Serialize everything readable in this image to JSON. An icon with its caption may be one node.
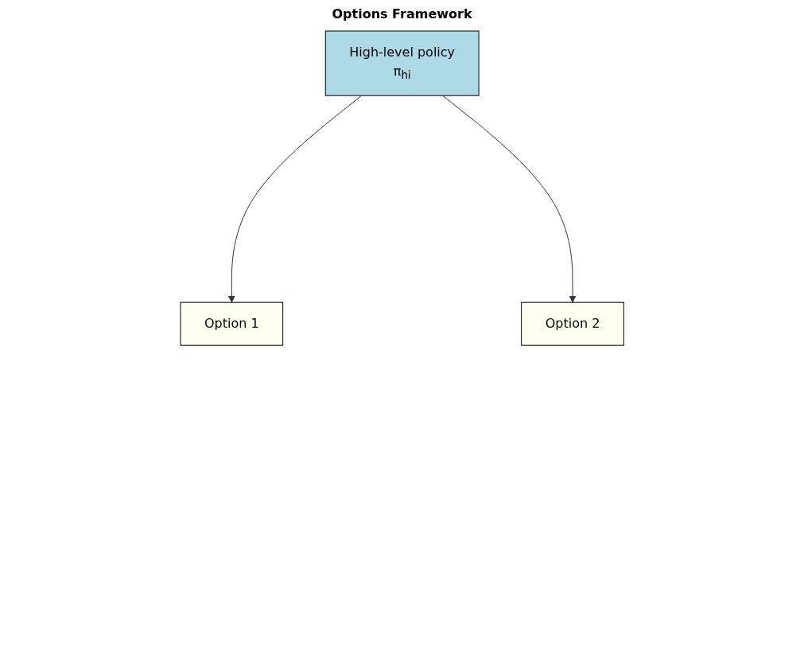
{
  "diagram": {
    "title": "Options Framework",
    "nodes": [
      {
        "text": [
          "High-level policy",
          "π$_{hi}$"
        ]
      },
      {
        "text": [
          "Option 1"
        ]
      },
      {
        "text": [
          "Option 2"
        ]
      }
    ],
    "edges": [
      {
        "from": 0,
        "to": 1,
        "arrow": "to"
      },
      {
        "from": 0,
        "to": 2,
        "arrow": "to"
      }
    ]
  }
}
